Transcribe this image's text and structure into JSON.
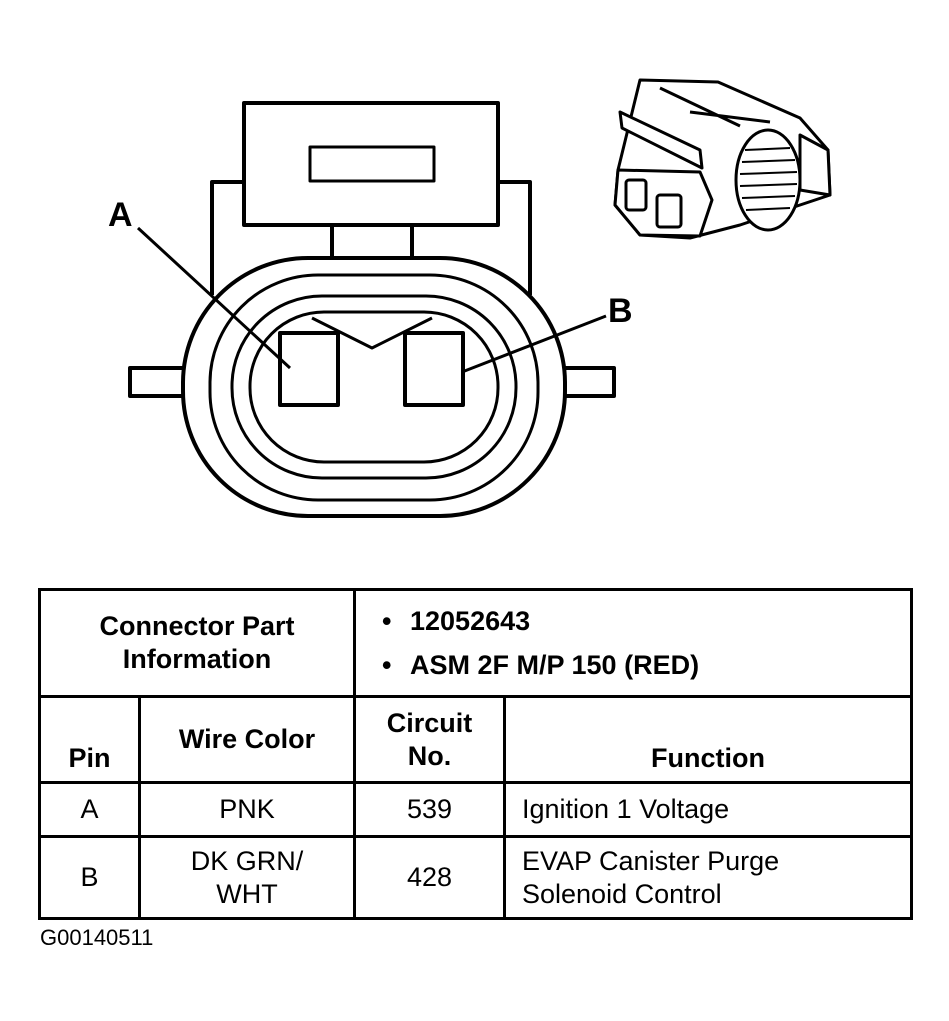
{
  "callouts": {
    "a": "A",
    "b": "B"
  },
  "table": {
    "part_info_label": "Connector Part Information",
    "part_numbers": [
      "12052643",
      "ASM 2F M/P 150 (RED)"
    ],
    "headers": {
      "pin": "Pin",
      "wire_color": "Wire Color",
      "circuit_no": "Circuit No.",
      "function": "Function"
    },
    "rows": [
      {
        "pin": "A",
        "wire_color": "PNK",
        "circuit": "539",
        "function": "Ignition 1 Voltage"
      },
      {
        "pin": "B",
        "wire_color": "DK GRN/ WHT",
        "circuit": "428",
        "function": "EVAP Canister Purge Solenoid Control"
      }
    ]
  },
  "figure_code": "G00140511"
}
